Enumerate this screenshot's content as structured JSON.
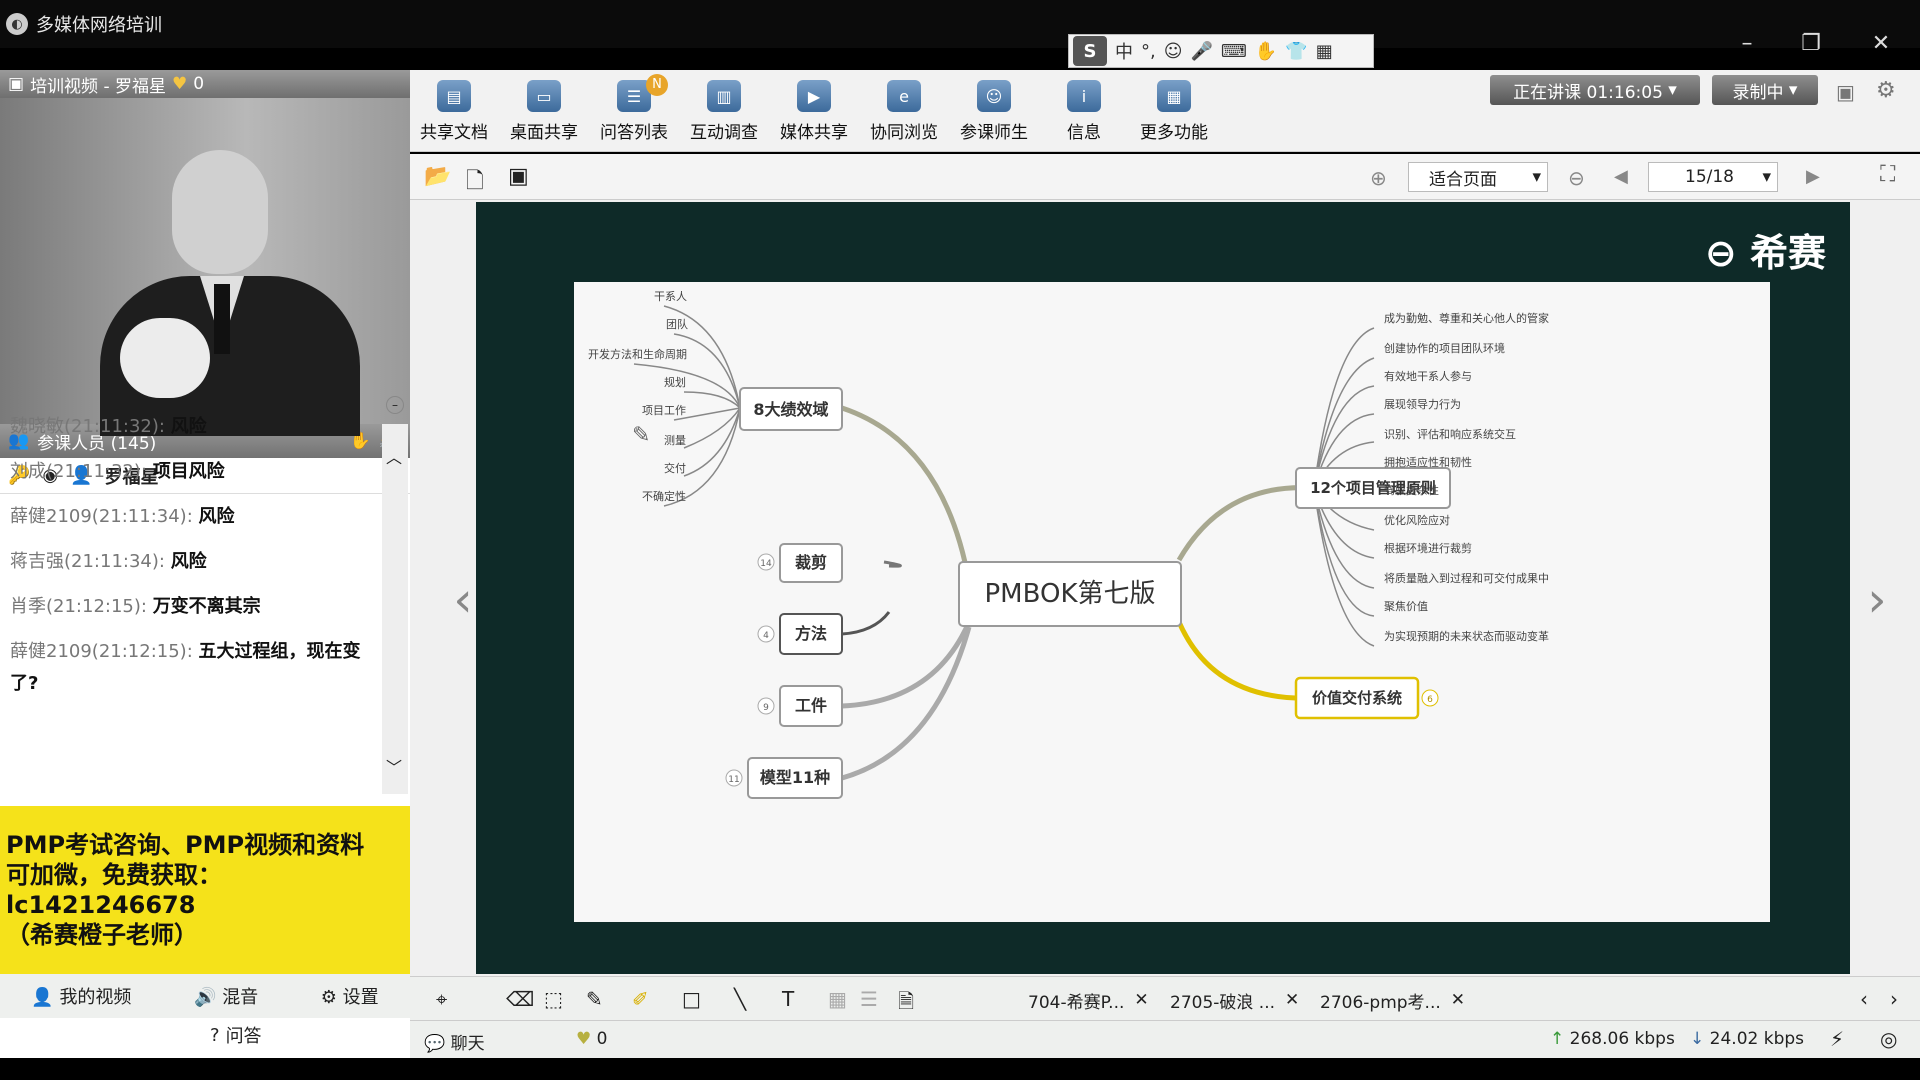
{
  "window": {
    "title": "多媒体网络培训"
  },
  "ime": {
    "logo": "S",
    "items": [
      "中",
      "°,",
      "☺",
      "🎤",
      "⌨",
      "✋",
      "👕",
      "▦"
    ]
  },
  "video_panel": {
    "title": "培训视频 - 罗福星",
    "likes": "0"
  },
  "participants": {
    "label": "参课人员 (145)"
  },
  "presenter": {
    "name": "罗福星"
  },
  "chat": [
    {
      "who": "魏晓敏(21:11:32):",
      "text": "风险"
    },
    {
      "who": "刘成(21:11:32):",
      "text": "项目风险"
    },
    {
      "who": "薛健2109(21:11:34):",
      "text": "风险"
    },
    {
      "who": "蒋吉强(21:11:34):",
      "text": "风险"
    },
    {
      "who": "肖季(21:12:15):",
      "text": "万变不离其宗"
    },
    {
      "who": "薛健2109(21:12:15):",
      "text": "五大过程组，现在变"
    },
    {
      "who": "",
      "text": "了?"
    }
  ],
  "promo": {
    "line1": "PMP考试咨询、PMP视频和资料",
    "line2": "可加微，免费获取：",
    "line3": "lc1421246678",
    "line4": "（希赛橙子老师）"
  },
  "bottom_left": {
    "my_video": "我的视频",
    "mix": "混音",
    "settings": "设置",
    "qa": "问答"
  },
  "toolbar": {
    "items": [
      "共享文档",
      "桌面共享",
      "问答列表",
      "互动调查",
      "媒体共享",
      "协同浏览",
      "参课师生",
      "信息",
      "更多功能"
    ],
    "badge": "N",
    "live_status": "正在讲课 01:16:05",
    "record_status": "录制中"
  },
  "subbar": {
    "zoom": "适合页面",
    "page": "15/18"
  },
  "slide": {
    "brand": "希赛",
    "center": "PMBOK第七版",
    "branch_domains": "8大绩效域",
    "domain_items": [
      "干系人",
      "团队",
      "开发方法和生命周期",
      "规划",
      "项目工作",
      "测量",
      "交付",
      "不确定性"
    ],
    "branch_tailoring": "裁剪",
    "branch_methods": "方法",
    "branch_artifacts": "工件",
    "branch_models": "模型11种",
    "count_tailoring": "14",
    "count_methods": "4",
    "count_artifacts": "9",
    "count_models": "11",
    "branch_principles": "12个项目管理原则",
    "principle_items": [
      "成为勤勉、尊重和关心他人的管家",
      "创建协作的项目团队环境",
      "有效地干系人参与",
      "展现领导力行为",
      "识别、评估和响应系统交互",
      "拥抱适应性和韧性",
      "驾驭复杂性",
      "优化风险应对",
      "根据环境进行裁剪",
      "将质量融入到过程和可交付成果中",
      "聚焦价值",
      "为实现预期的未来状态而驱动变革"
    ],
    "branch_value": "价值交付系统",
    "count_value": "6"
  },
  "tabs": [
    "704-希赛P...",
    "2705-破浪 ...",
    "2706-pmp考..."
  ],
  "status": {
    "chat": "聊天",
    "likes": "0",
    "upload": "268.06 kbps",
    "download": "24.02 kbps"
  },
  "colors": {
    "accent_yellow": "#f5e21a",
    "slide_bg": "#0e2a28",
    "center_box": "#ffffff",
    "value_branch": "#e0c000"
  }
}
